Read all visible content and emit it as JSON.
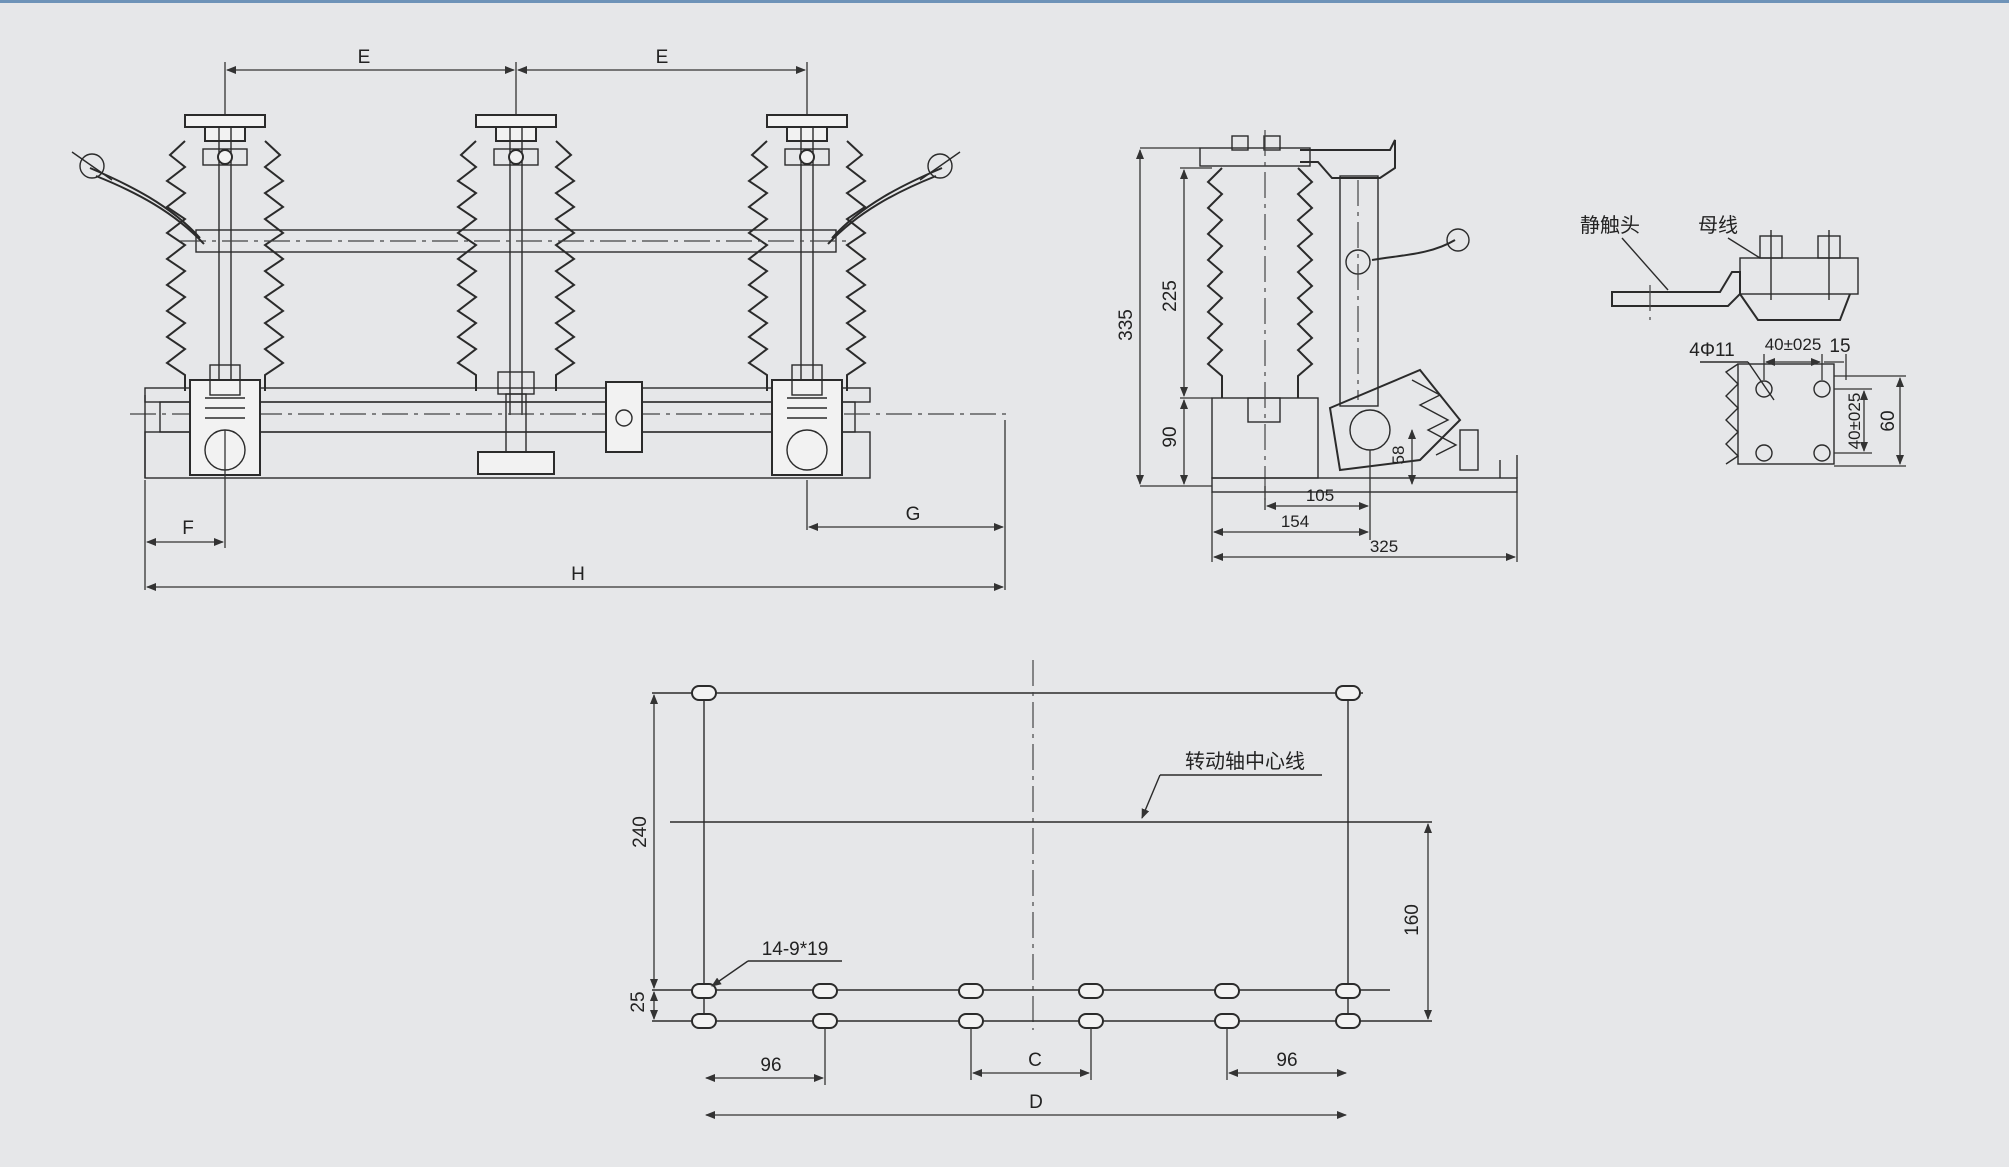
{
  "front_view": {
    "dim_e_left": "E",
    "dim_e_right": "E",
    "dim_f": "F",
    "dim_g": "G",
    "dim_h": "H"
  },
  "side_view": {
    "dim_335": "335",
    "dim_225": "225",
    "dim_90": "90",
    "dim_58": "58",
    "dim_105": "105",
    "dim_154": "154",
    "dim_325": "325"
  },
  "detail_view": {
    "label_static_contact": "静触头",
    "label_busbar": "母线",
    "label_holes": "4Φ11",
    "dim_40_top": "40±025",
    "dim_15": "15",
    "dim_40_side": "40±025",
    "dim_60": "60"
  },
  "base_plan": {
    "label_shaft_centerline": "转动轴中心线",
    "label_slots": "14-9*19",
    "dim_240": "240",
    "dim_160": "160",
    "dim_25": "25",
    "dim_96_left": "96",
    "dim_c": "C",
    "dim_96_right": "96",
    "dim_d": "D"
  },
  "colors": {
    "background": "#e6e7e9",
    "line": "#2b2b2b",
    "accent_top": "#6e93b8"
  }
}
